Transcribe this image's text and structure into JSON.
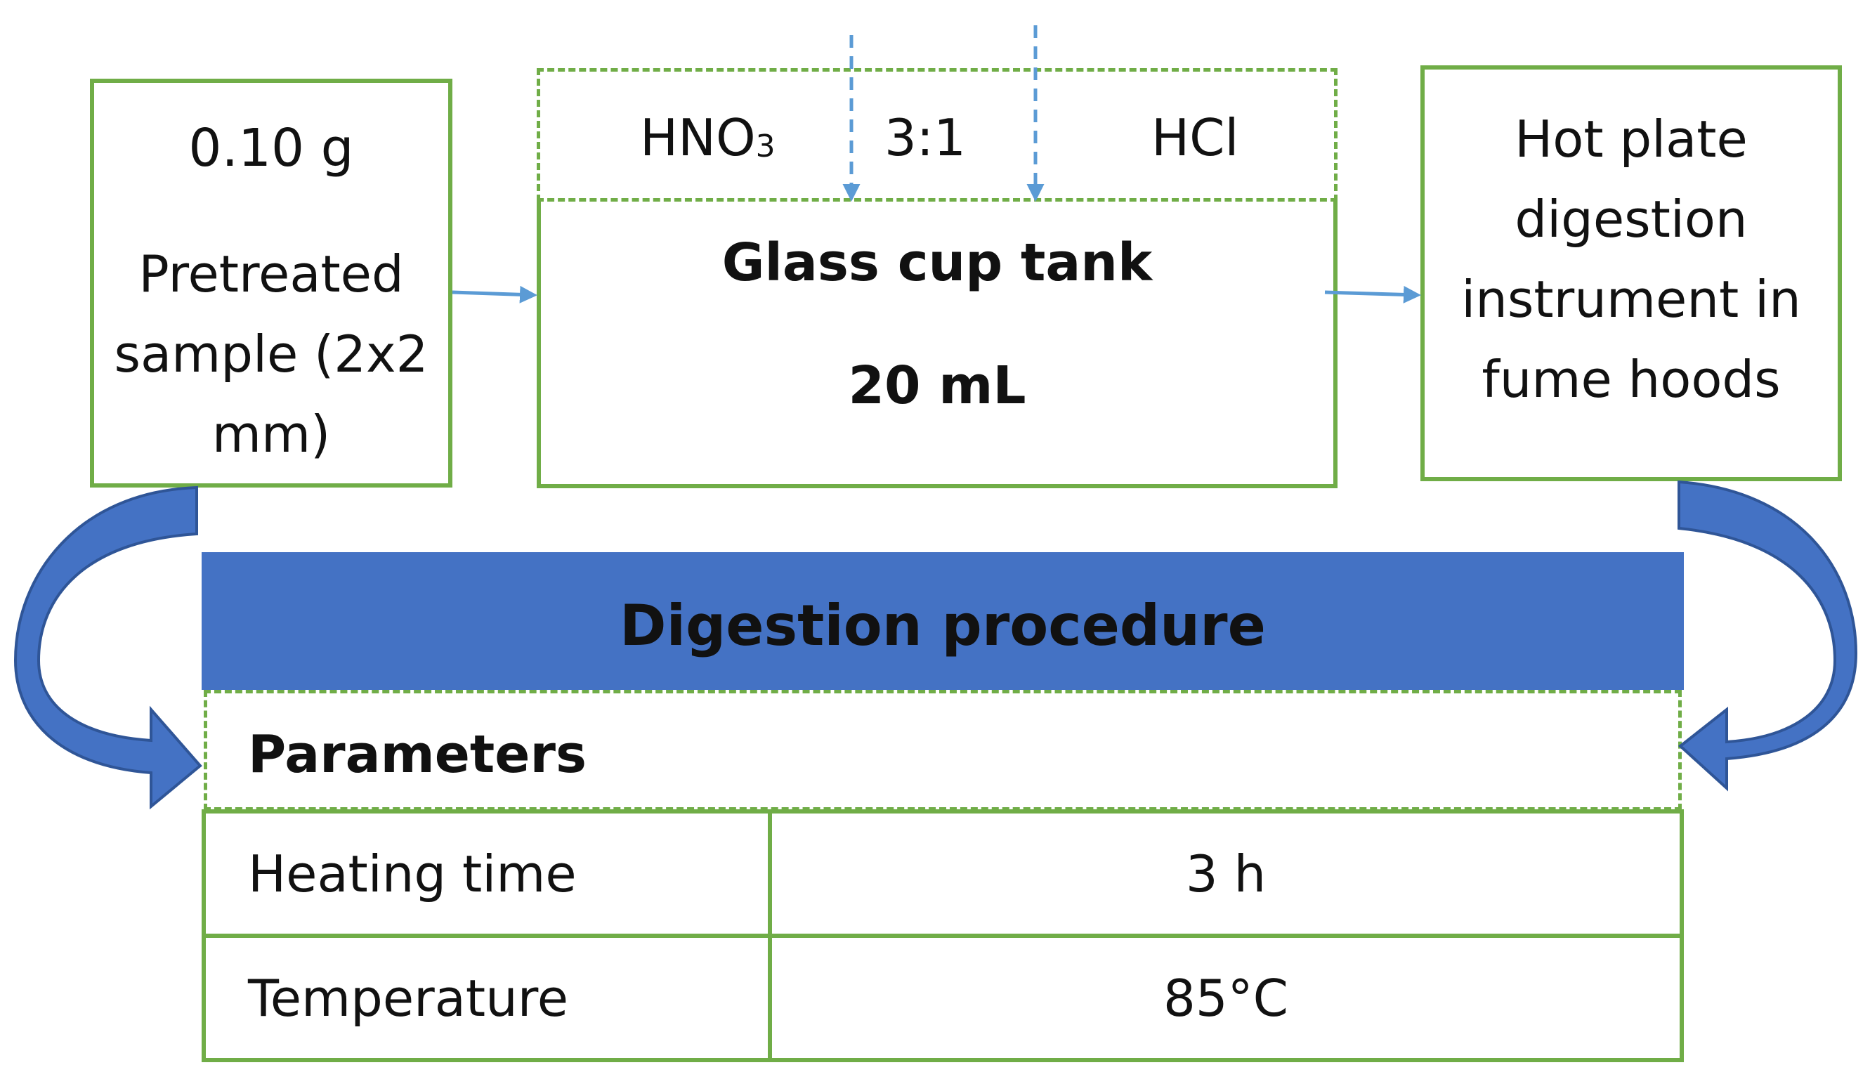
{
  "sample": {
    "mass": "0.10 g",
    "description": "Pretreated sample (2x2 mm)"
  },
  "reagents": {
    "acid_1": "HNO",
    "acid_1_subscript": "3",
    "ratio": "3:1",
    "acid_2": "HCl"
  },
  "vessel": {
    "name": "Glass cup tank",
    "volume": "20 mL"
  },
  "instrument": {
    "description": "Hot plate digestion instrument in fume hoods"
  },
  "procedure": {
    "title": "Digestion procedure",
    "parameters_header": "Parameters",
    "parameters": [
      {
        "label": "Heating time",
        "value": "3 h"
      },
      {
        "label": "Temperature",
        "value": "85°C"
      }
    ]
  },
  "colors": {
    "box_border": "#70ad47",
    "banner_fill": "#4472c4",
    "arrow_light": "#5b9bd5",
    "arrow_curved": "#4472c4",
    "arrow_curved_edge": "#2f5597"
  }
}
